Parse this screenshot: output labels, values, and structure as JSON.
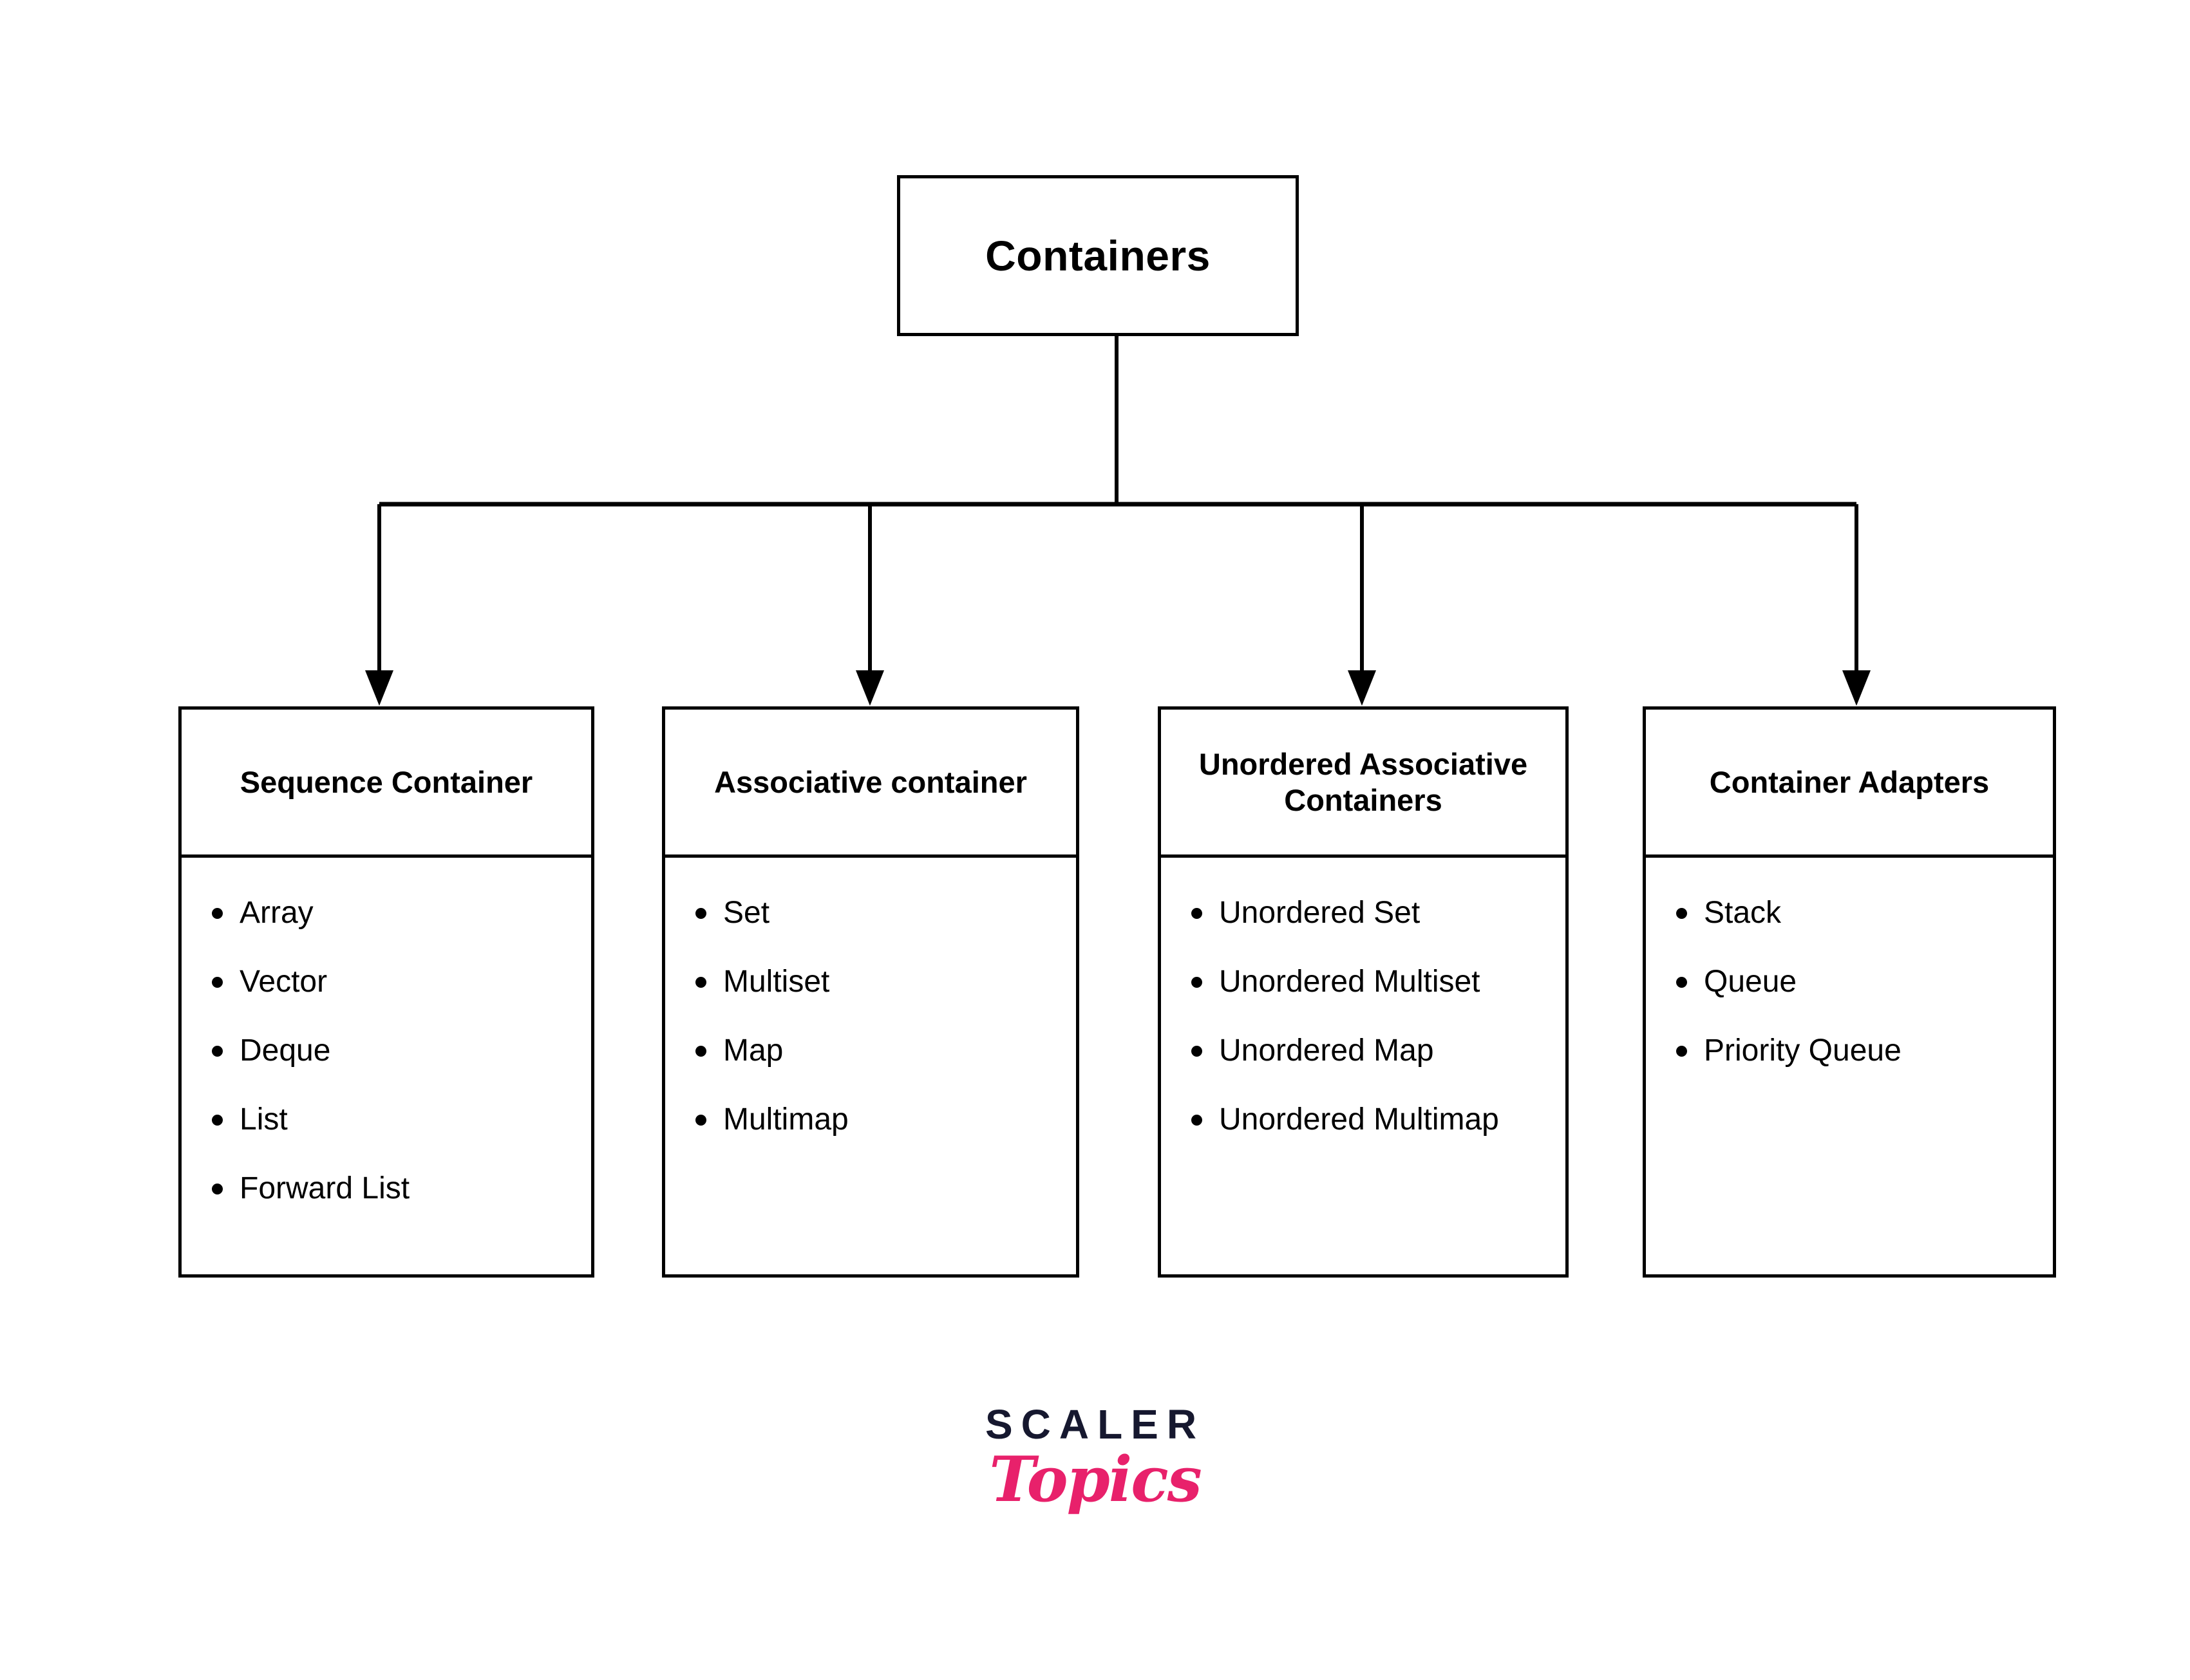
{
  "diagram": {
    "title": "Containers",
    "root": {
      "label": "Containers"
    },
    "categories": [
      {
        "id": "sequence-container",
        "header": "Sequence Container",
        "items": [
          "Array",
          "Vector",
          "Deque",
          "List",
          "Forward List"
        ]
      },
      {
        "id": "associative-container",
        "header": "Associative container",
        "items": [
          "Set",
          "Multiset",
          "Map",
          "Multimap"
        ]
      },
      {
        "id": "unordered-associative-containers",
        "header": "Unordered Associative Containers",
        "items": [
          "Unordered Set",
          "Unordered Multiset",
          "Unordered Map",
          "Unordered Multimap"
        ]
      },
      {
        "id": "container-adapters",
        "header": "Container Adapters",
        "items": [
          "Stack",
          "Queue",
          "Priority Queue"
        ]
      }
    ],
    "connector_color": "#000000",
    "border_color": "#000000",
    "background_color": "#ffffff"
  },
  "logo": {
    "primary": "SCALER",
    "secondary": "Topics",
    "primary_color": "#16182f",
    "secondary_color": "#e8216b"
  }
}
